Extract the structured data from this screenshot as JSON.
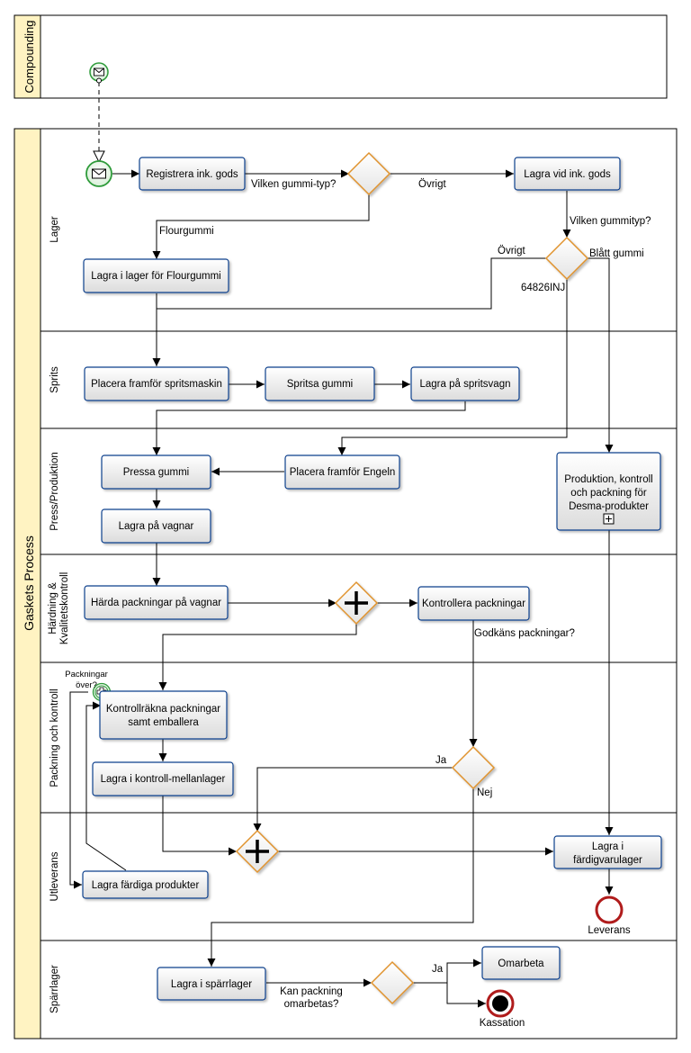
{
  "pools": {
    "compounding": {
      "label": "Compounding"
    },
    "gaskets": {
      "label": "Gaskets Process"
    }
  },
  "lanes": {
    "lager": "Lager",
    "sprits": "Sprits",
    "press": "Press/Produktion",
    "hardning_1": "Härdning &",
    "hardning_2": "Kvalitetskontroll",
    "packning": "Packning och kontroll",
    "utleverans": "Utleverans",
    "sparrlager": "Spärrlager"
  },
  "tasks": {
    "registrera": "Registrera ink. gods",
    "lagra_ink": "Lagra vid ink. gods",
    "lagra_flour": "Lagra i lager för Flourgummi",
    "placera_sprits": "Placera framför spritsmaskin",
    "spritsa": "Spritsa gummi",
    "lagra_spritsvagn": "Lagra på spritsvagn",
    "pressa": "Pressa gummi",
    "placera_engeln": "Placera framför Engeln",
    "lagra_vagnar": "Lagra på vagnar",
    "produktion_1": "Produktion, kontroll",
    "produktion_2": "och packning för",
    "produktion_3": "Desma-produkter",
    "harda": "Härda packningar på vagnar",
    "kontrollera": "Kontrollera packningar",
    "kontrollrakna_1": "Kontrollräkna packningar",
    "kontrollrakna_2": "samt emballera",
    "lagra_mellan": "Lagra i kontroll-mellanlager",
    "lagra_fard_1": "Lagra i",
    "lagra_fard_2": "färdigvarulager",
    "lagra_fardiga": "Lagra färdiga produkter",
    "lagra_sparr": "Lagra i spärrlager",
    "omarbeta": "Omarbeta"
  },
  "labels": {
    "vilken_gummityp_q": "Vilken gummi-typ?",
    "ovrigt_1": "Övrigt",
    "flourgummi": "Flourgummi",
    "vilken_gummityp": "Vilken gummityp?",
    "ovrigt_2": "Övrigt",
    "blatt_gummi": "Blått gummi",
    "code": "64826INJ",
    "godkans": "Godkäns packningar?",
    "ja_1": "Ja",
    "nej": "Nej",
    "packningar_over_1": "Packningar",
    "packningar_over_2": "över?",
    "leverans": "Leverans",
    "kan_packning_1": "Kan packning",
    "kan_packning_2": "omarbetas?",
    "ja_2": "Ja",
    "kassation": "Kassation"
  },
  "icons": {
    "message_start": "envelope-icon",
    "subprocess_marker": "plus-box-icon",
    "parallel_gateway": "plus-icon",
    "compensation_event": "plus-circle-icon",
    "end_event": "circle-icon",
    "terminate_end": "filled-circle-icon"
  },
  "colors": {
    "pool_header": "#fff3c2",
    "task_stroke": "#0d3f8c",
    "gateway_stroke": "#e0932e",
    "start_event": "#2e9b3a",
    "end_event": "#b01c1c"
  }
}
